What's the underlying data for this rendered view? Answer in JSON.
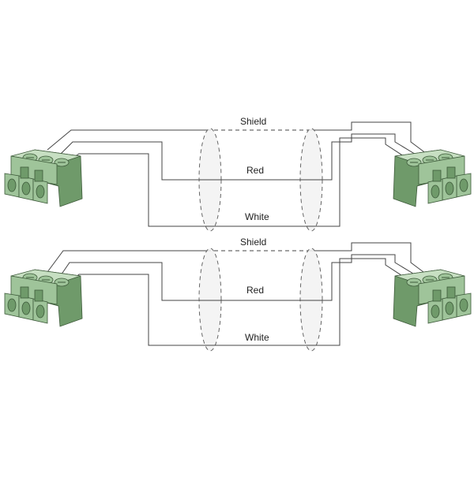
{
  "diagram": {
    "colors": {
      "wire": "#444444",
      "connector_fill": "#9fc49a",
      "connector_dark": "#6f9a6a",
      "connector_light": "#c7dfc2",
      "connector_stroke": "#3d5a3a",
      "shield_ellipse_fill": "#f2f2f2",
      "shield_ellipse_stroke": "#666666"
    },
    "cables": [
      {
        "labels": {
          "shield": "Shield",
          "red": "Red",
          "white": "White"
        }
      },
      {
        "labels": {
          "shield": "Shield",
          "red": "Red",
          "white": "White"
        }
      }
    ],
    "icons": {
      "left_connector": "terminal-block-plug-3-pin",
      "right_connector": "terminal-block-plug-3-pin",
      "shield_ring": "cable-shield-ellipse"
    }
  }
}
